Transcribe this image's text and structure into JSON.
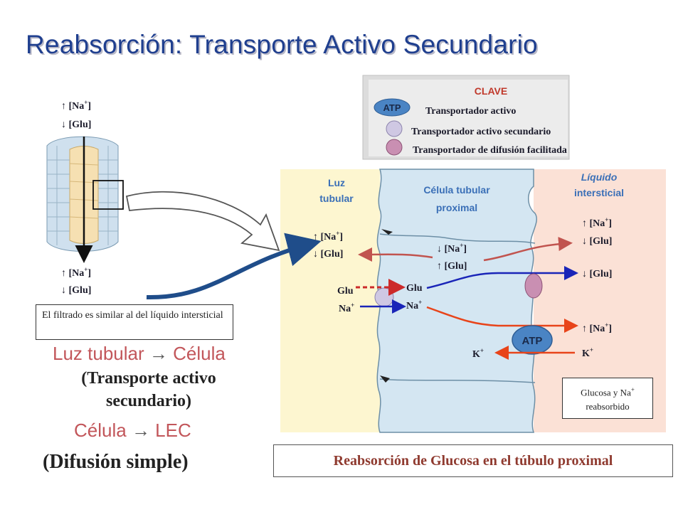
{
  "title": "Reabsorción:  Transporte Activo Secundario",
  "key": {
    "heading": "CLAVE",
    "atp_label": "ATP",
    "active": "Transportador activo",
    "secondary": "Transportador activo secundario",
    "facilitated": "Transportador de difusión facilitada"
  },
  "regions": {
    "lumen": [
      "Luz",
      "tubular"
    ],
    "cell": [
      "Célula tubular",
      "proximal"
    ],
    "interstitial": [
      "Líquido",
      "intersticial"
    ]
  },
  "tubule": {
    "top_na": "↑ [Na",
    "top_glu": "↓ [Glu]",
    "bottom_na": "↑ [Na",
    "bottom_glu": "↓ [Glu]",
    "plus": "+",
    "bracket": "]"
  },
  "labels": {
    "lumen_na": "↑ [Na",
    "lumen_glu": "↓ [Glu]",
    "cell_na": "↓ [Na",
    "cell_glu": "↑ [Glu]",
    "int_na": "↑ [Na",
    "int_glu": "↓ [Glu]",
    "int_glu2": "↓ [Glu]",
    "int_na2": "↑ [Na",
    "glu_left": "Glu",
    "na_left": "Na",
    "glu_right": "Glu",
    "na_right": "Na",
    "k_left": "K",
    "k_right": "K",
    "atp": "ATP"
  },
  "notes": {
    "filtrado": "El filtrado es similar al del líquido intersticial",
    "glucosa_line1": "Glucosa y Na",
    "glucosa_line2": "reabsorbido",
    "caption": "Reabsorción de Glucosa en el túbulo proximal"
  },
  "text_blocks": {
    "lumen_cell_a": "Luz tubular ",
    "arrow": "→",
    "lumen_cell_b": " Célula",
    "transporte_1": "(Transporte activo",
    "transporte_2": "secundario)",
    "cell_lec_a": "Célula ",
    "cell_lec_b": " LEC",
    "difusion": "(Difusión simple)"
  },
  "colors": {
    "title": "#1f3f8f",
    "lumen_bg": "#fdf6d0",
    "cell_bg": "#d4e6f2",
    "interstitial_bg": "#fbe1d6",
    "red_arrow": "#c1544f",
    "blue_arrow": "#1a25b8",
    "orange_arrow": "#e8441a",
    "navy_arrow": "#1f4d8a",
    "secondary_transporter": "#cfc8e3",
    "facilitated_transporter": "#c98fb2",
    "atp": "#4a84c4"
  }
}
